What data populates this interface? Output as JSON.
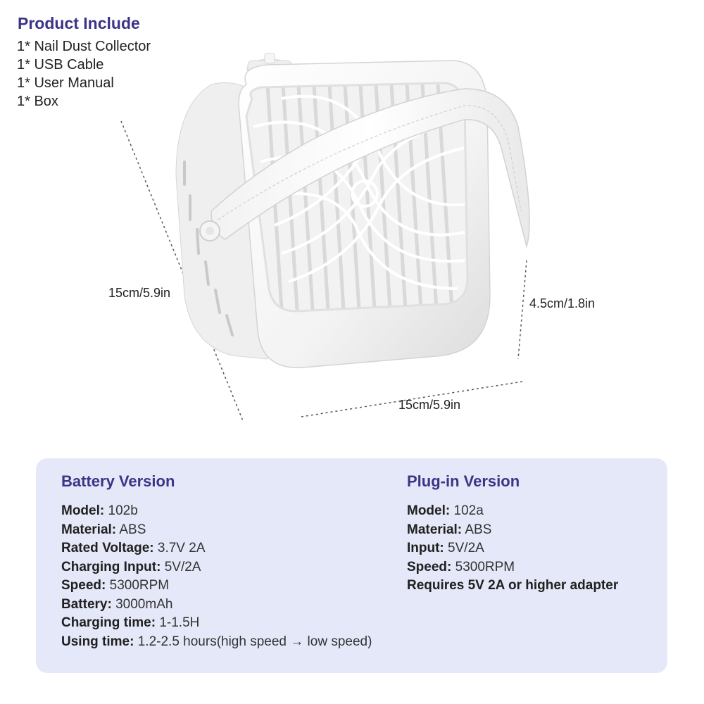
{
  "package": {
    "title": "Product Include",
    "items": [
      "1* Nail Dust Collector",
      "1* USB Cable",
      "1* User Manual",
      "1* Box"
    ]
  },
  "dimensions": {
    "height": "15cm/5.9in",
    "depth": "4.5cm/1.8in",
    "width": "15cm/5.9in"
  },
  "battery_version": {
    "title": "Battery Version",
    "specs": [
      {
        "label": "Model:",
        "value": "102b"
      },
      {
        "label": "Material:",
        "value": "ABS"
      },
      {
        "label": "Rated Voltage:",
        "value": "3.7V 2A"
      },
      {
        "label": "Charging Input:",
        "value": "5V/2A"
      },
      {
        "label": "Speed:",
        "value": "5300RPM"
      },
      {
        "label": "Battery:",
        "value": "3000mAh"
      },
      {
        "label": "Charging time:",
        "value": "1-1.5H"
      },
      {
        "label": "Using time:",
        "value": "1.2-2.5 hours(high speed → low speed)"
      }
    ]
  },
  "plugin_version": {
    "title": "Plug-in Version",
    "specs": [
      {
        "label": "Model:",
        "value": "102a"
      },
      {
        "label": "Material:",
        "value": "ABS"
      },
      {
        "label": "Input:",
        "value": "5V/2A"
      },
      {
        "label": "Speed:",
        "value": "5300RPM"
      }
    ],
    "note": "Requires 5V 2A or higher adapter"
  },
  "colors": {
    "accent": "#3b3487",
    "panel": "#e5e8f8"
  }
}
